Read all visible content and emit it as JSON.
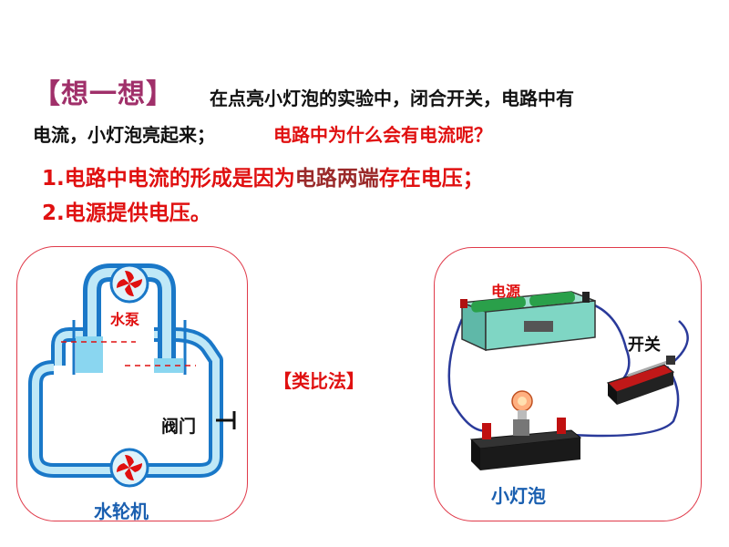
{
  "header": {
    "think_title": "【想一想】",
    "question_part1": "在点亮小灯泡的实验中，闭合开关，电路中有",
    "question_part2": "电流，小灯泡亮起来；",
    "question_highlight": "电路中为什么会有电流呢？"
  },
  "answers": [
    {
      "num": "1.",
      "seg1": "电路中电流的形成是因为",
      "seg2": "电路两端",
      "seg3": "存在电压；"
    },
    {
      "num": "2.",
      "seg1": "电源提供电压。"
    }
  ],
  "water_circuit": {
    "pump_label": "水泵",
    "valve_label": "阀门",
    "turbine_label": "水轮机"
  },
  "analogy_label": "【类比法】",
  "electric_circuit": {
    "power_label": "电源",
    "switch_label": "开关",
    "bulb_label": "小灯泡"
  },
  "colors": {
    "title": "#a0306a",
    "highlight": "#e01010",
    "panel_border": "#e03a4a",
    "pipe": "#1a78c8",
    "water": "#8ad6f0",
    "label_blue": "#1a5fb0"
  }
}
